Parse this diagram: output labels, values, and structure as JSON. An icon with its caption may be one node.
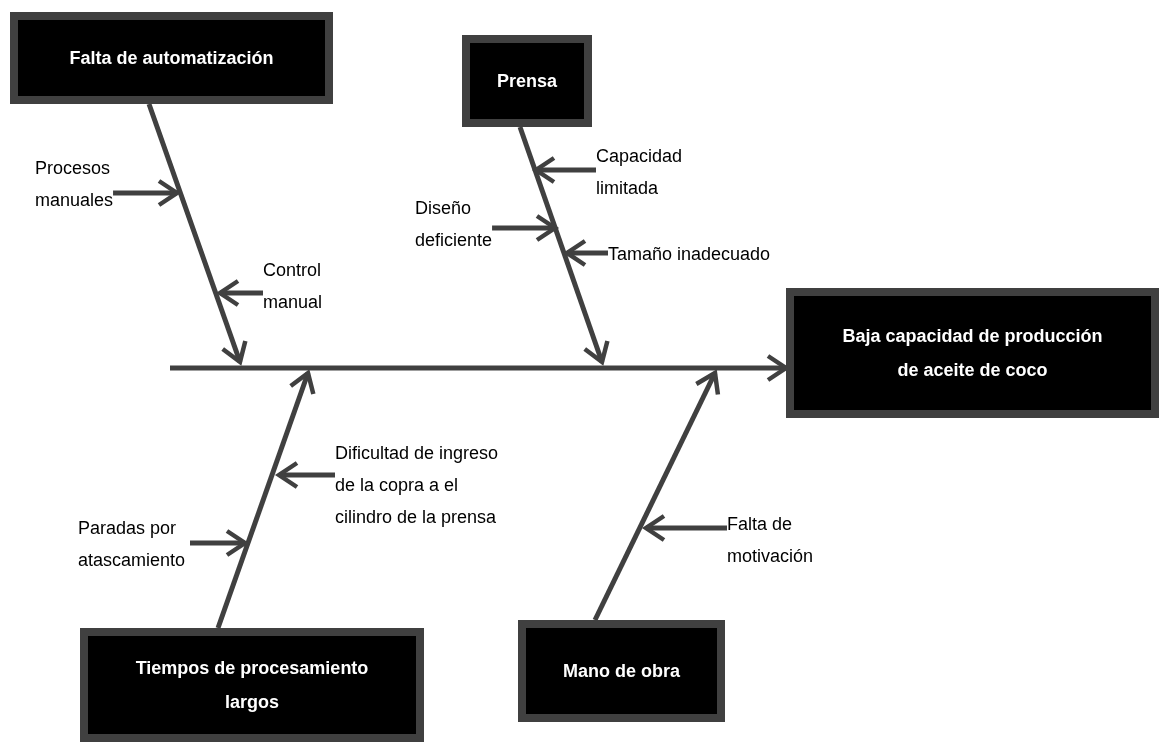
{
  "diagram": {
    "nodes": [
      {
        "text": [
          "Falta de automatización"
        ]
      },
      {
        "text": [
          "Prensa"
        ]
      },
      {
        "text": [
          "Baja capacidad de producción de aceite de coco"
        ]
      },
      {
        "text": [
          "Tiempos de procesamiento largos"
        ]
      },
      {
        "text": [
          "Mano de obra"
        ]
      },
      {
        "text": [
          "Procesos manuales"
        ]
      },
      {
        "text": [
          "Control manual"
        ]
      },
      {
        "text": [
          "Capacidad limitada"
        ]
      },
      {
        "text": [
          "Diseño deficiente"
        ]
      },
      {
        "text": [
          "Tamaño inadecuado"
        ]
      },
      {
        "text": [
          "Dificultad de ingreso de la copra a el cilindro de la prensa"
        ]
      },
      {
        "text": [
          "Paradas por atascamiento"
        ]
      },
      {
        "text": [
          "Falta de motivación"
        ]
      }
    ],
    "edges": [
      {
        "from": null,
        "to": 2,
        "arrow": "to"
      },
      {
        "from": 0,
        "to": null,
        "arrow": "to"
      },
      {
        "from": 1,
        "to": null,
        "arrow": "to"
      },
      {
        "from": 3,
        "to": null,
        "arrow": "to"
      },
      {
        "from": 4,
        "to": null,
        "arrow": "to"
      },
      {
        "from": 5,
        "to": null,
        "arrow": "to"
      },
      {
        "from": 6,
        "to": null,
        "arrow": "to"
      },
      {
        "from": 7,
        "to": null,
        "arrow": "to"
      },
      {
        "from": 8,
        "to": null,
        "arrow": "to"
      },
      {
        "from": 9,
        "to": null,
        "arrow": "to"
      },
      {
        "from": 10,
        "to": null,
        "arrow": "to"
      },
      {
        "from": 11,
        "to": null,
        "arrow": "to"
      },
      {
        "from": 12,
        "to": null,
        "arrow": "to"
      }
    ]
  }
}
